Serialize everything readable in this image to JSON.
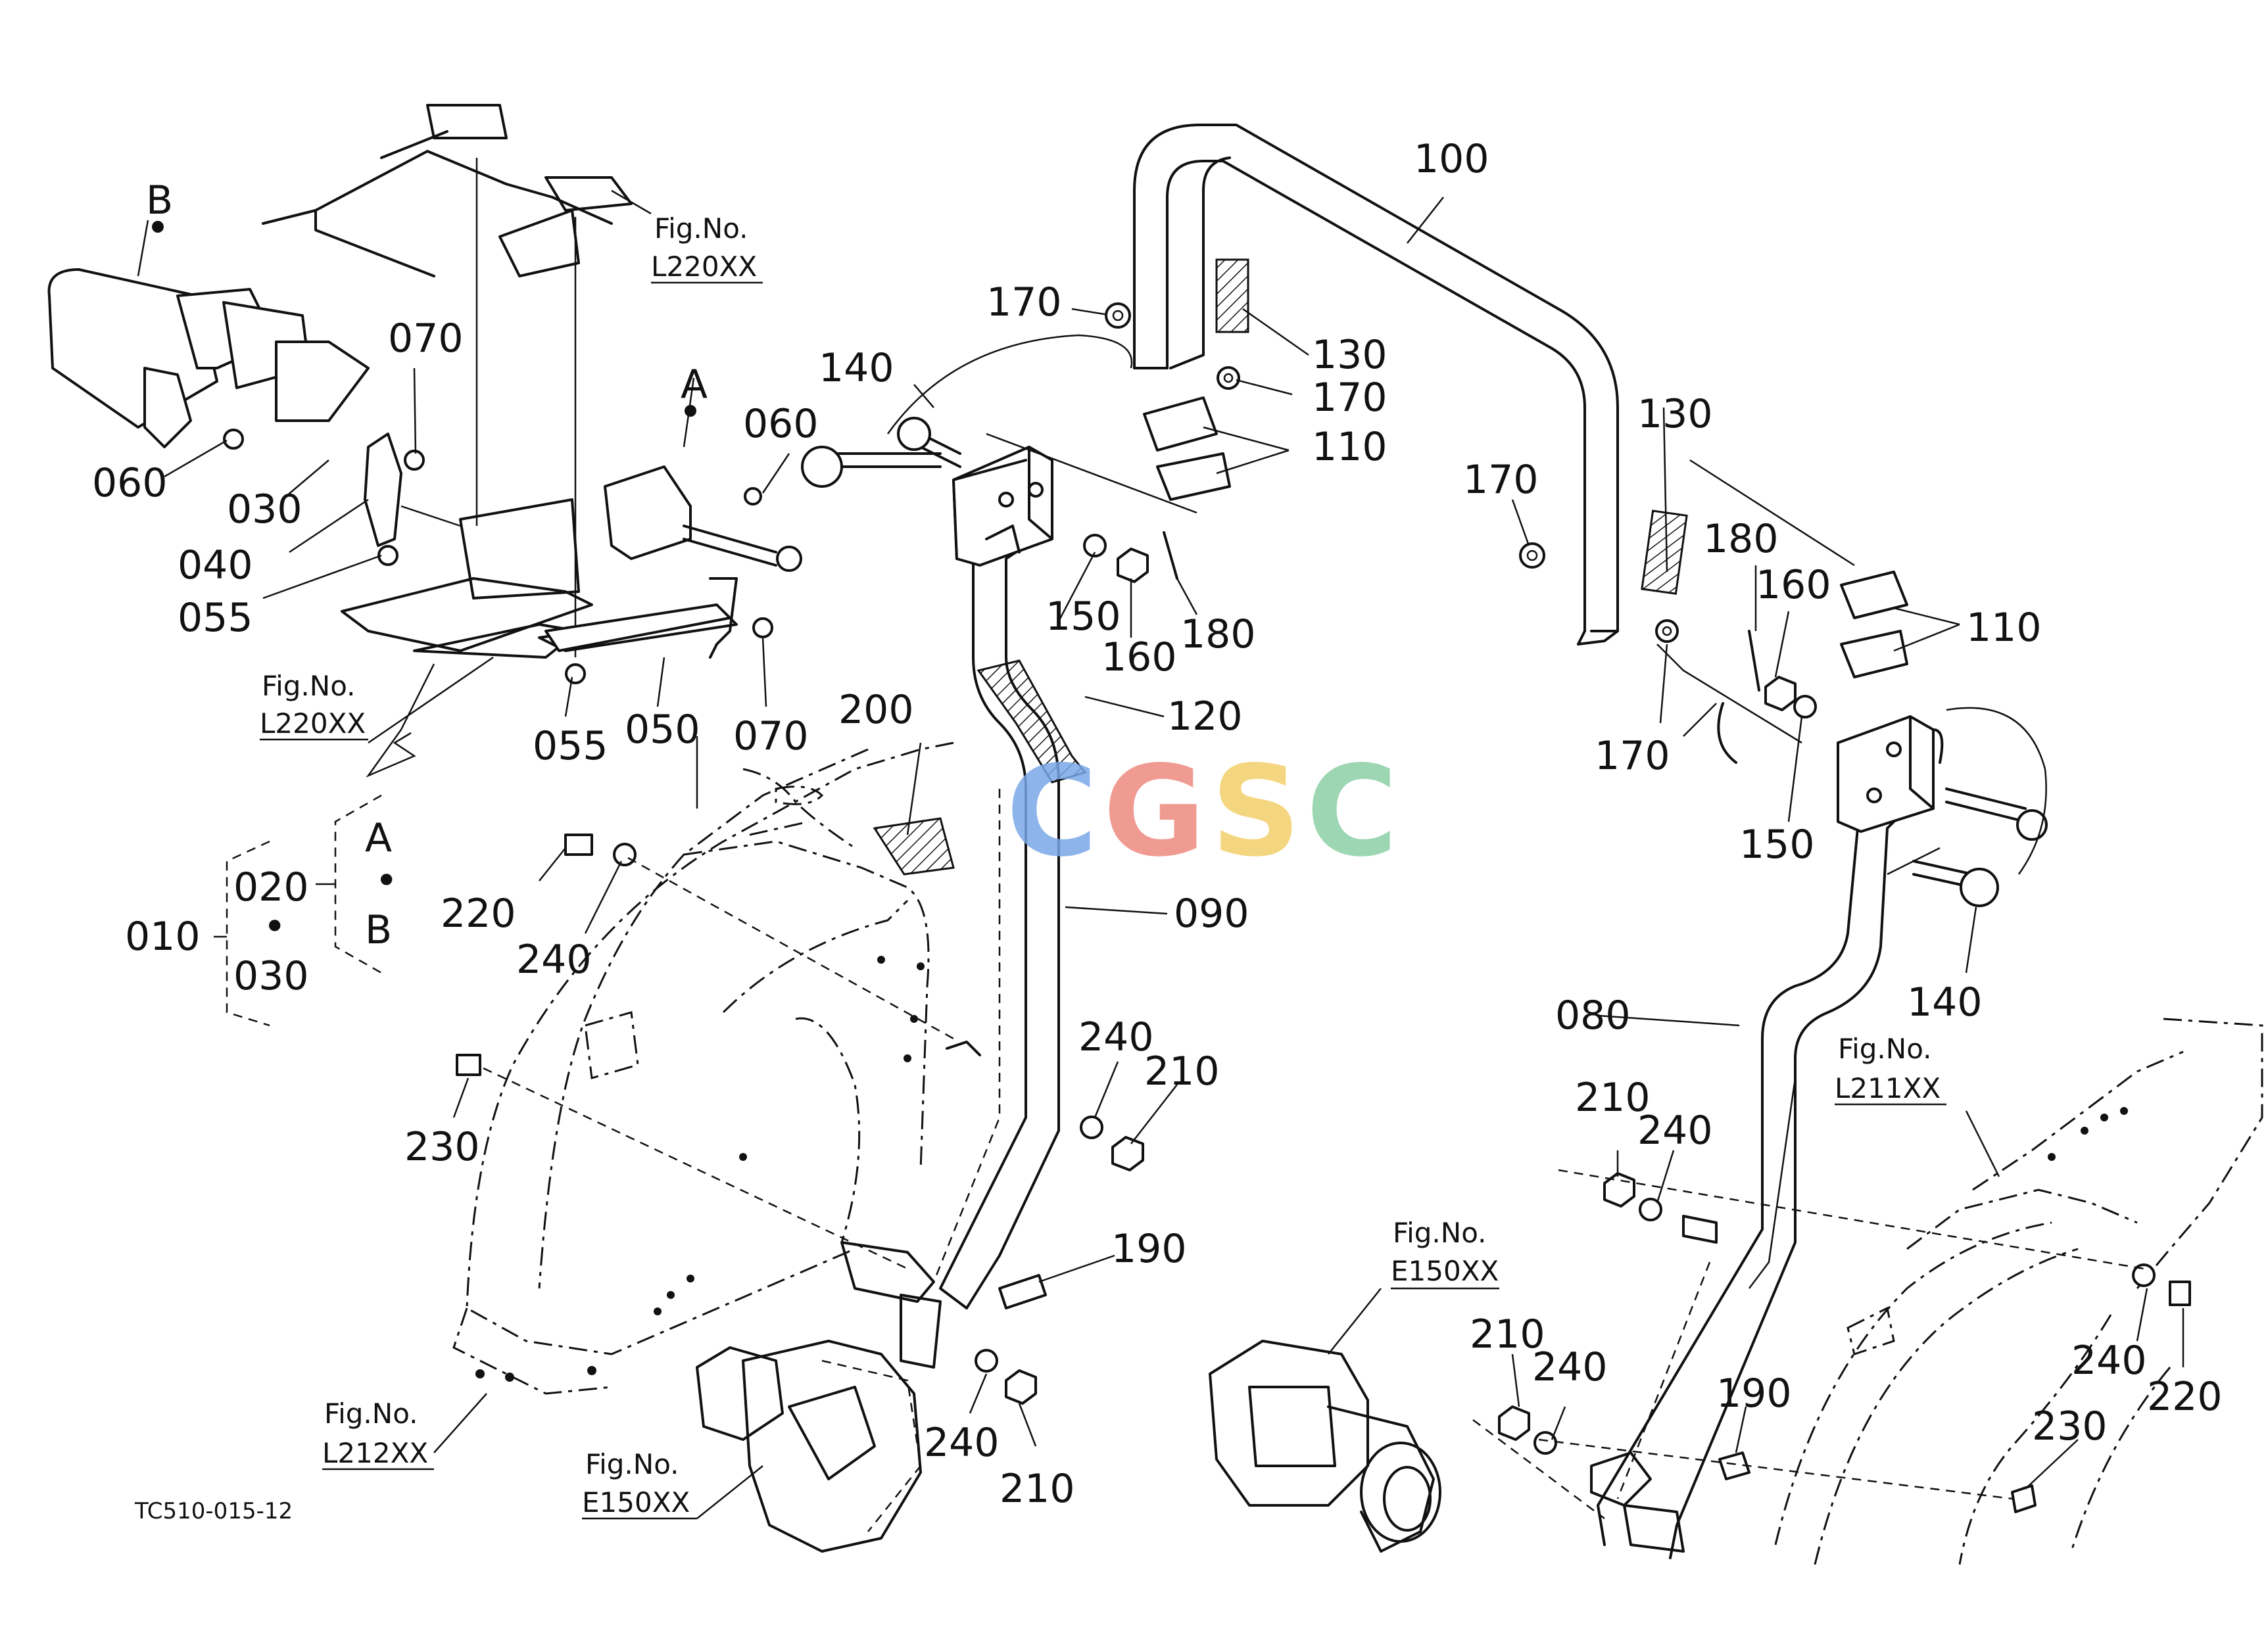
{
  "callouts": {
    "c100": "100",
    "c130a": "130",
    "c130b": "130",
    "c170a": "170",
    "c170b": "170",
    "c170c": "170",
    "c170d": "170",
    "c110a": "110",
    "c110b": "110",
    "c140a": "140",
    "c140b": "140",
    "c150a": "150",
    "c150b": "150",
    "c160a": "160",
    "c160b": "160",
    "c180a": "180",
    "c180b": "180",
    "c120": "120",
    "c200": "200",
    "c090": "090",
    "c080": "080",
    "c240a": "240",
    "c240b": "240",
    "c240c": "240",
    "c240d": "240",
    "c240e": "240",
    "c240f": "240",
    "c210a": "210",
    "c210b": "210",
    "c210c": "210",
    "c210d": "210",
    "c190a": "190",
    "c190b": "190",
    "c220a": "220",
    "c220b": "220",
    "c230a": "230",
    "c230b": "230",
    "c060a": "060",
    "c060b": "060",
    "c070a": "070",
    "c070b": "070",
    "c030": "030",
    "c040": "040",
    "c055a": "055",
    "c055b": "055",
    "c050": "050",
    "markA": "A",
    "markB": "B"
  },
  "legend": {
    "p010": "010",
    "p020": "020",
    "p030": "030",
    "sep1": "•",
    "sep2": "•",
    "ka": "A",
    "kb": "B"
  },
  "fig_refs": {
    "r1_t": "Fig.No.",
    "r1_n": "L220XX",
    "r2_t": "Fig.No.",
    "r2_n": "L220XX",
    "r3_t": "Fig.No.",
    "r3_n": "L211XX",
    "r4_t": "Fig.No.",
    "r4_n": "E150XX",
    "r5_t": "Fig.No.",
    "r5_n": "L212XX",
    "r6_t": "Fig.No.",
    "r6_n": "E150XX"
  },
  "drawing_code": "TC510-015-12",
  "watermark": "CGSC",
  "colors": {
    "ink": "#111111",
    "wm_blue": "#7aa7e8",
    "wm_red": "#ee8a80",
    "wm_yellow": "#f4d06a",
    "wm_green": "#8ccfa6"
  }
}
